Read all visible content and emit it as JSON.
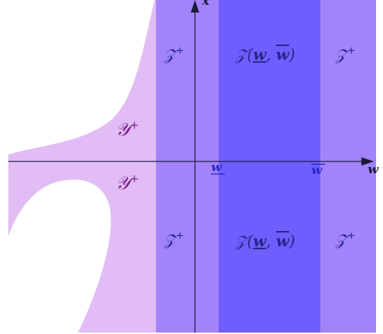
{
  "colors": {
    "background": "#ffffff",
    "y_region": "#e2bdf5",
    "z_outer": "#a283fb",
    "z_center": "#6f5dfe",
    "axis": "#1a1a3a",
    "y_label": "#7a1f8e",
    "z_label": "#25268a",
    "w_marker": "#2a27c9"
  },
  "axes": {
    "vertical_label": "x",
    "horizontal_label": "w"
  },
  "markers": {
    "w_lower": "w",
    "w_upper": "w"
  },
  "regions": {
    "y_upper": {
      "base": "𝒴",
      "sup": "+"
    },
    "y_lower": {
      "base": "𝒴",
      "sup": "+"
    },
    "z_left_top": {
      "base": "𝒵",
      "sup": "+"
    },
    "z_left_bottom": {
      "base": "𝒵",
      "sup": "+"
    },
    "z_right_top": {
      "base": "𝒵",
      "sup": "+"
    },
    "z_right_bottom": {
      "base": "𝒵",
      "sup": "+"
    },
    "z_center_top": {
      "prefix": "𝒵(",
      "w1": "w",
      "comma": ", ",
      "w2": "w",
      "suffix": ")"
    },
    "z_center_bottom": {
      "prefix": "𝒵(",
      "w1": "w",
      "comma": ", ",
      "w2": "w",
      "suffix": ")"
    }
  }
}
